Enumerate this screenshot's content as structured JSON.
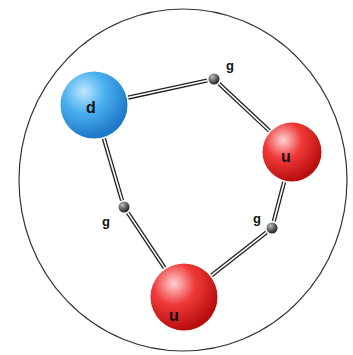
{
  "diagram": {
    "nodes": [
      {
        "text": [
          "d"
        ]
      },
      {
        "text": [
          "g"
        ]
      },
      {
        "text": [
          "u"
        ]
      },
      {
        "text": [
          "g"
        ]
      },
      {
        "text": [
          "u"
        ]
      },
      {
        "text": [
          "g"
        ]
      }
    ],
    "edges": [
      {
        "from": 0,
        "to": 1,
        "arrow": "none"
      },
      {
        "from": 1,
        "to": 2,
        "arrow": "none"
      },
      {
        "from": 2,
        "to": 3,
        "arrow": "none"
      },
      {
        "from": 3,
        "to": 4,
        "arrow": "none"
      },
      {
        "from": 4,
        "to": 5,
        "arrow": "none"
      },
      {
        "from": 5,
        "to": 0,
        "arrow": "none"
      }
    ]
  }
}
